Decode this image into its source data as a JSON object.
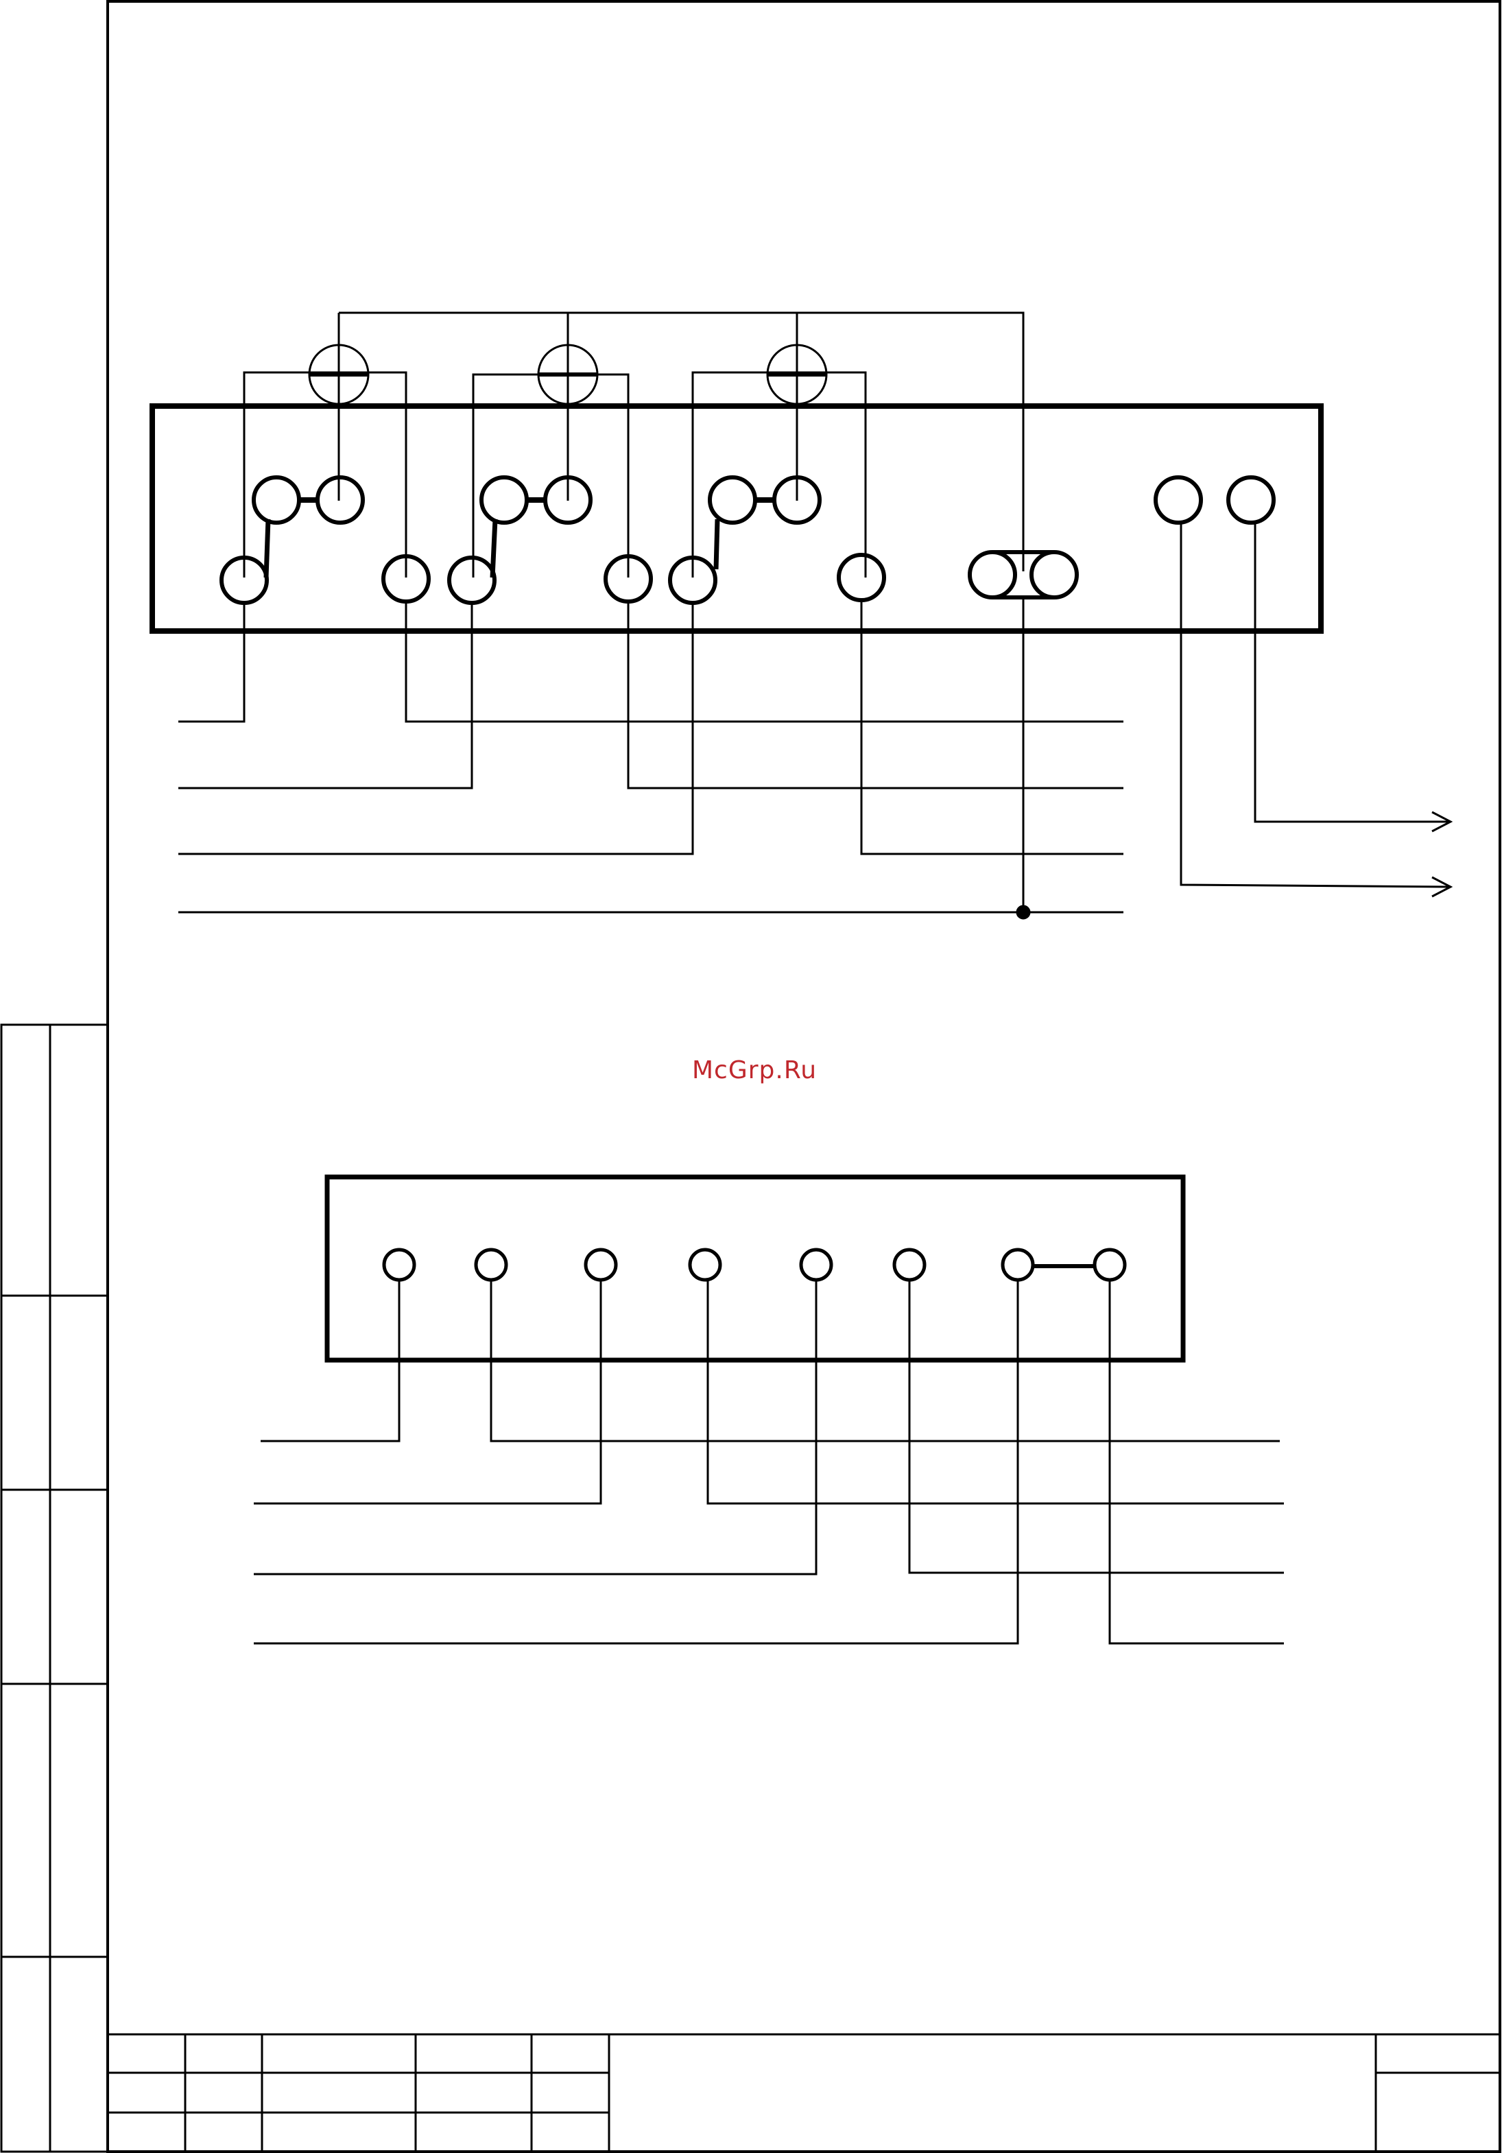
{
  "watermark": {
    "text": "McGrp.Ru",
    "color": "#c0282d"
  },
  "colors": {
    "ink": "#000000",
    "paper": "#ffffff"
  },
  "upper_schematic": {
    "description_items": [
      "current-sensor-1",
      "current-sensor-2",
      "current-sensor-3",
      "phase-terminal-group-1",
      "phase-terminal-group-2",
      "phase-terminal-group-3",
      "neutral-terminal-pair",
      "output-terminal-pair"
    ]
  }
}
